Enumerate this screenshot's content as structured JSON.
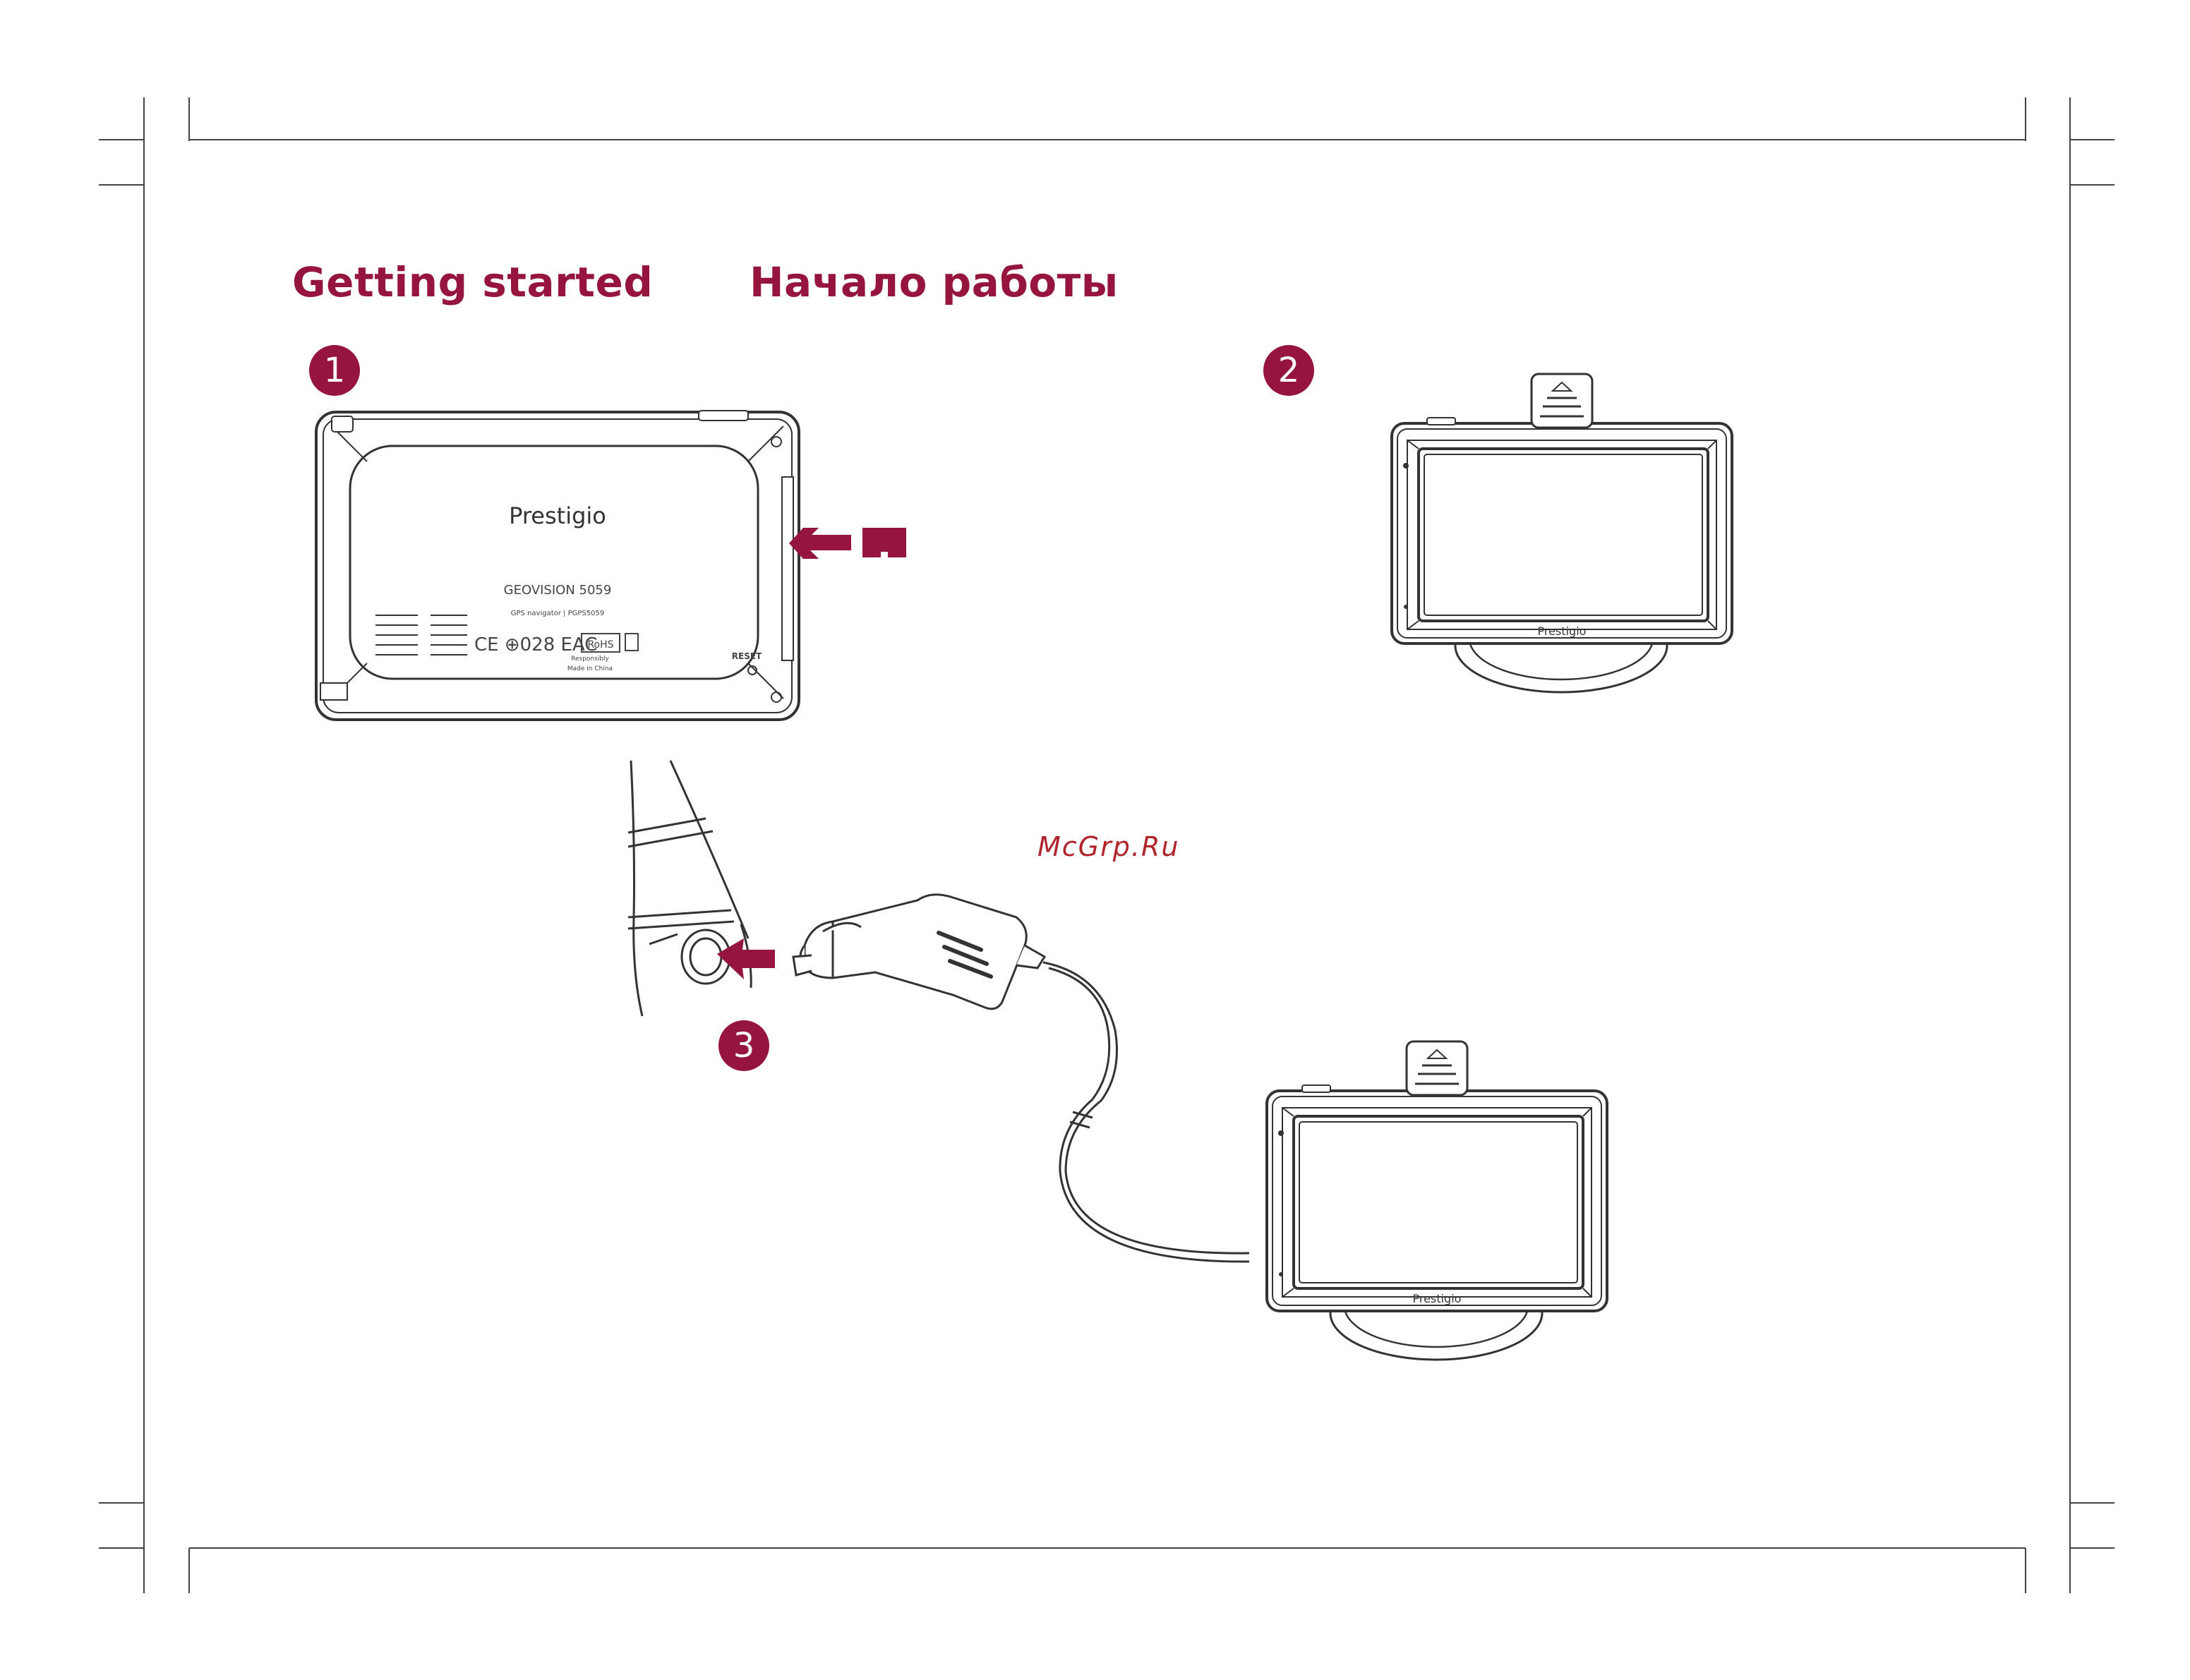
{
  "headings": {
    "english": "Getting started",
    "russian": "Начало работы"
  },
  "steps": [
    {
      "number": "1"
    },
    {
      "number": "2"
    },
    {
      "number": "3"
    }
  ],
  "device_back": {
    "brand": "Prestigio",
    "model": "GEOVISION 5059",
    "subtitle": "GPS navigator | PGPS5059",
    "cert_marks": "CE ⊕028 EAC",
    "rohs": "RoHS",
    "responsibly": "Responsibly",
    "made_in": "Made in China",
    "reset_label": "RESET"
  },
  "device_front_brand": "Prestigio",
  "watermark": "McGrp.Ru",
  "colors": {
    "accent": "#96153e",
    "line": "#333333"
  },
  "icons": [
    "microsd-card-icon",
    "arrow-left-icon",
    "car-charger-icon",
    "suction-mount-icon"
  ]
}
